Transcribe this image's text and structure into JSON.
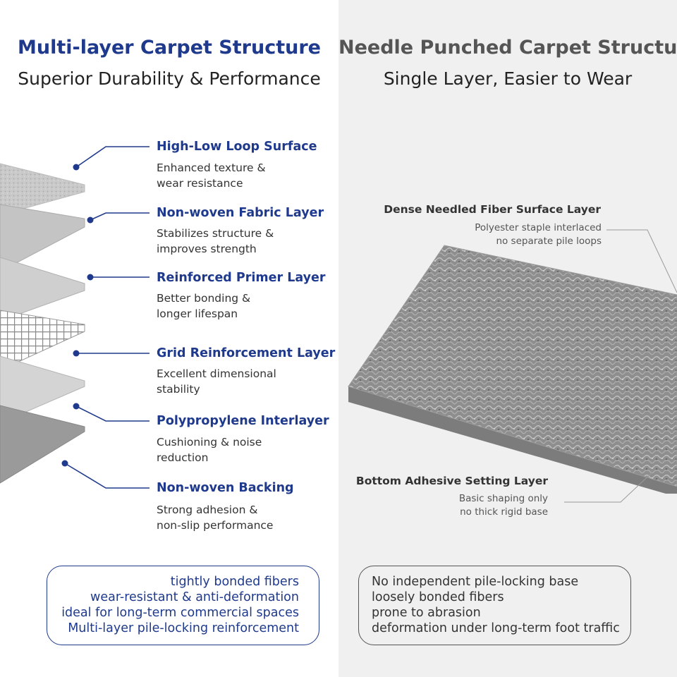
{
  "left": {
    "title": "Multi-layer Carpet Structure",
    "subtitle": "Superior Durability & Performance",
    "accent": "#1f3a8c",
    "layers": [
      {
        "name": "High-Low Loop Surface",
        "desc": [
          "Enhanced texture &",
          "wear resistance"
        ]
      },
      {
        "name": "Non-woven Fabric Layer",
        "desc": [
          "Stabilizes structure &",
          "improves strength"
        ]
      },
      {
        "name": "Reinforced Primer Layer",
        "desc": [
          "Better bonding &",
          "longer lifespan"
        ]
      },
      {
        "name": "Grid Reinforcement Layer",
        "desc": [
          "Excellent dimensional",
          "stability"
        ]
      },
      {
        "name": "Polypropylene Interlayer",
        "desc": [
          "Cushioning & noise",
          "reduction"
        ]
      },
      {
        "name": "Non-woven Backing",
        "desc": [
          "Strong adhesion &",
          "non-slip performance"
        ]
      }
    ],
    "summary": [
      "tightly bonded fibers",
      "wear-resistant & anti-deformation",
      "ideal for long-term commercial spaces",
      "Multi-layer pile-locking reinforcement"
    ]
  },
  "right": {
    "title": "Needle Punched Carpet Structure",
    "subtitle": "Single Layer, Easier to Wear",
    "top_label": {
      "title": "Dense Needled Fiber Surface Layer",
      "desc": [
        "Polyester staple interlaced",
        "no separate pile loops"
      ]
    },
    "bottom_label": {
      "title": "Bottom Adhesive Setting Layer",
      "desc": [
        "Basic shaping only",
        "no thick rigid base"
      ]
    },
    "summary": [
      "No independent pile-locking base",
      "loosely bonded fibers",
      "prone to abrasion",
      "deformation under long-term foot traffic"
    ]
  },
  "colors": {
    "left_accent": "#1f3a8c",
    "right_text": "#333333",
    "right_bg": "#f0f0f0"
  }
}
